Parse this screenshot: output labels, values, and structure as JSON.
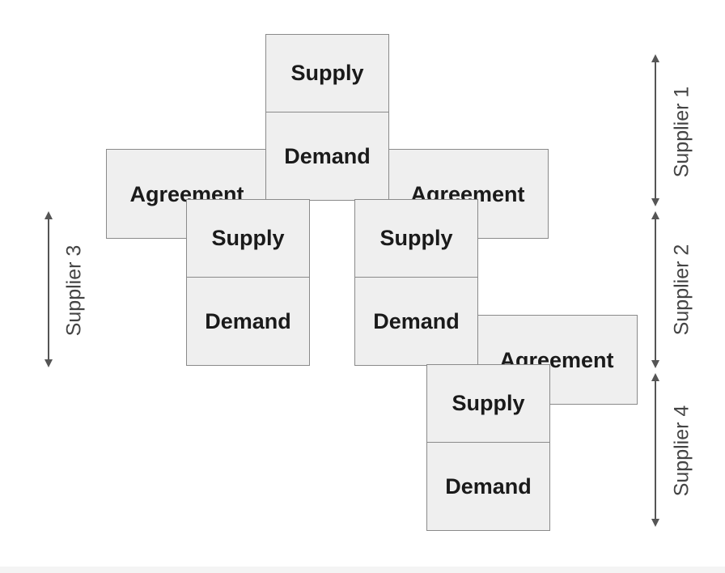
{
  "blocks": {
    "supply": "Supply",
    "demand": "Demand",
    "agreement": "Agreement"
  },
  "suppliers": {
    "supplier_1": "Supplier 1",
    "supplier_2": "Supplier 2",
    "supplier_3": "Supplier 3",
    "supplier_4": "Supplier 4"
  },
  "colors": {
    "box_fill": "#efefef",
    "box_border": "#8a8a8a",
    "text": "#1a1a1a",
    "arrow": "#555555"
  }
}
